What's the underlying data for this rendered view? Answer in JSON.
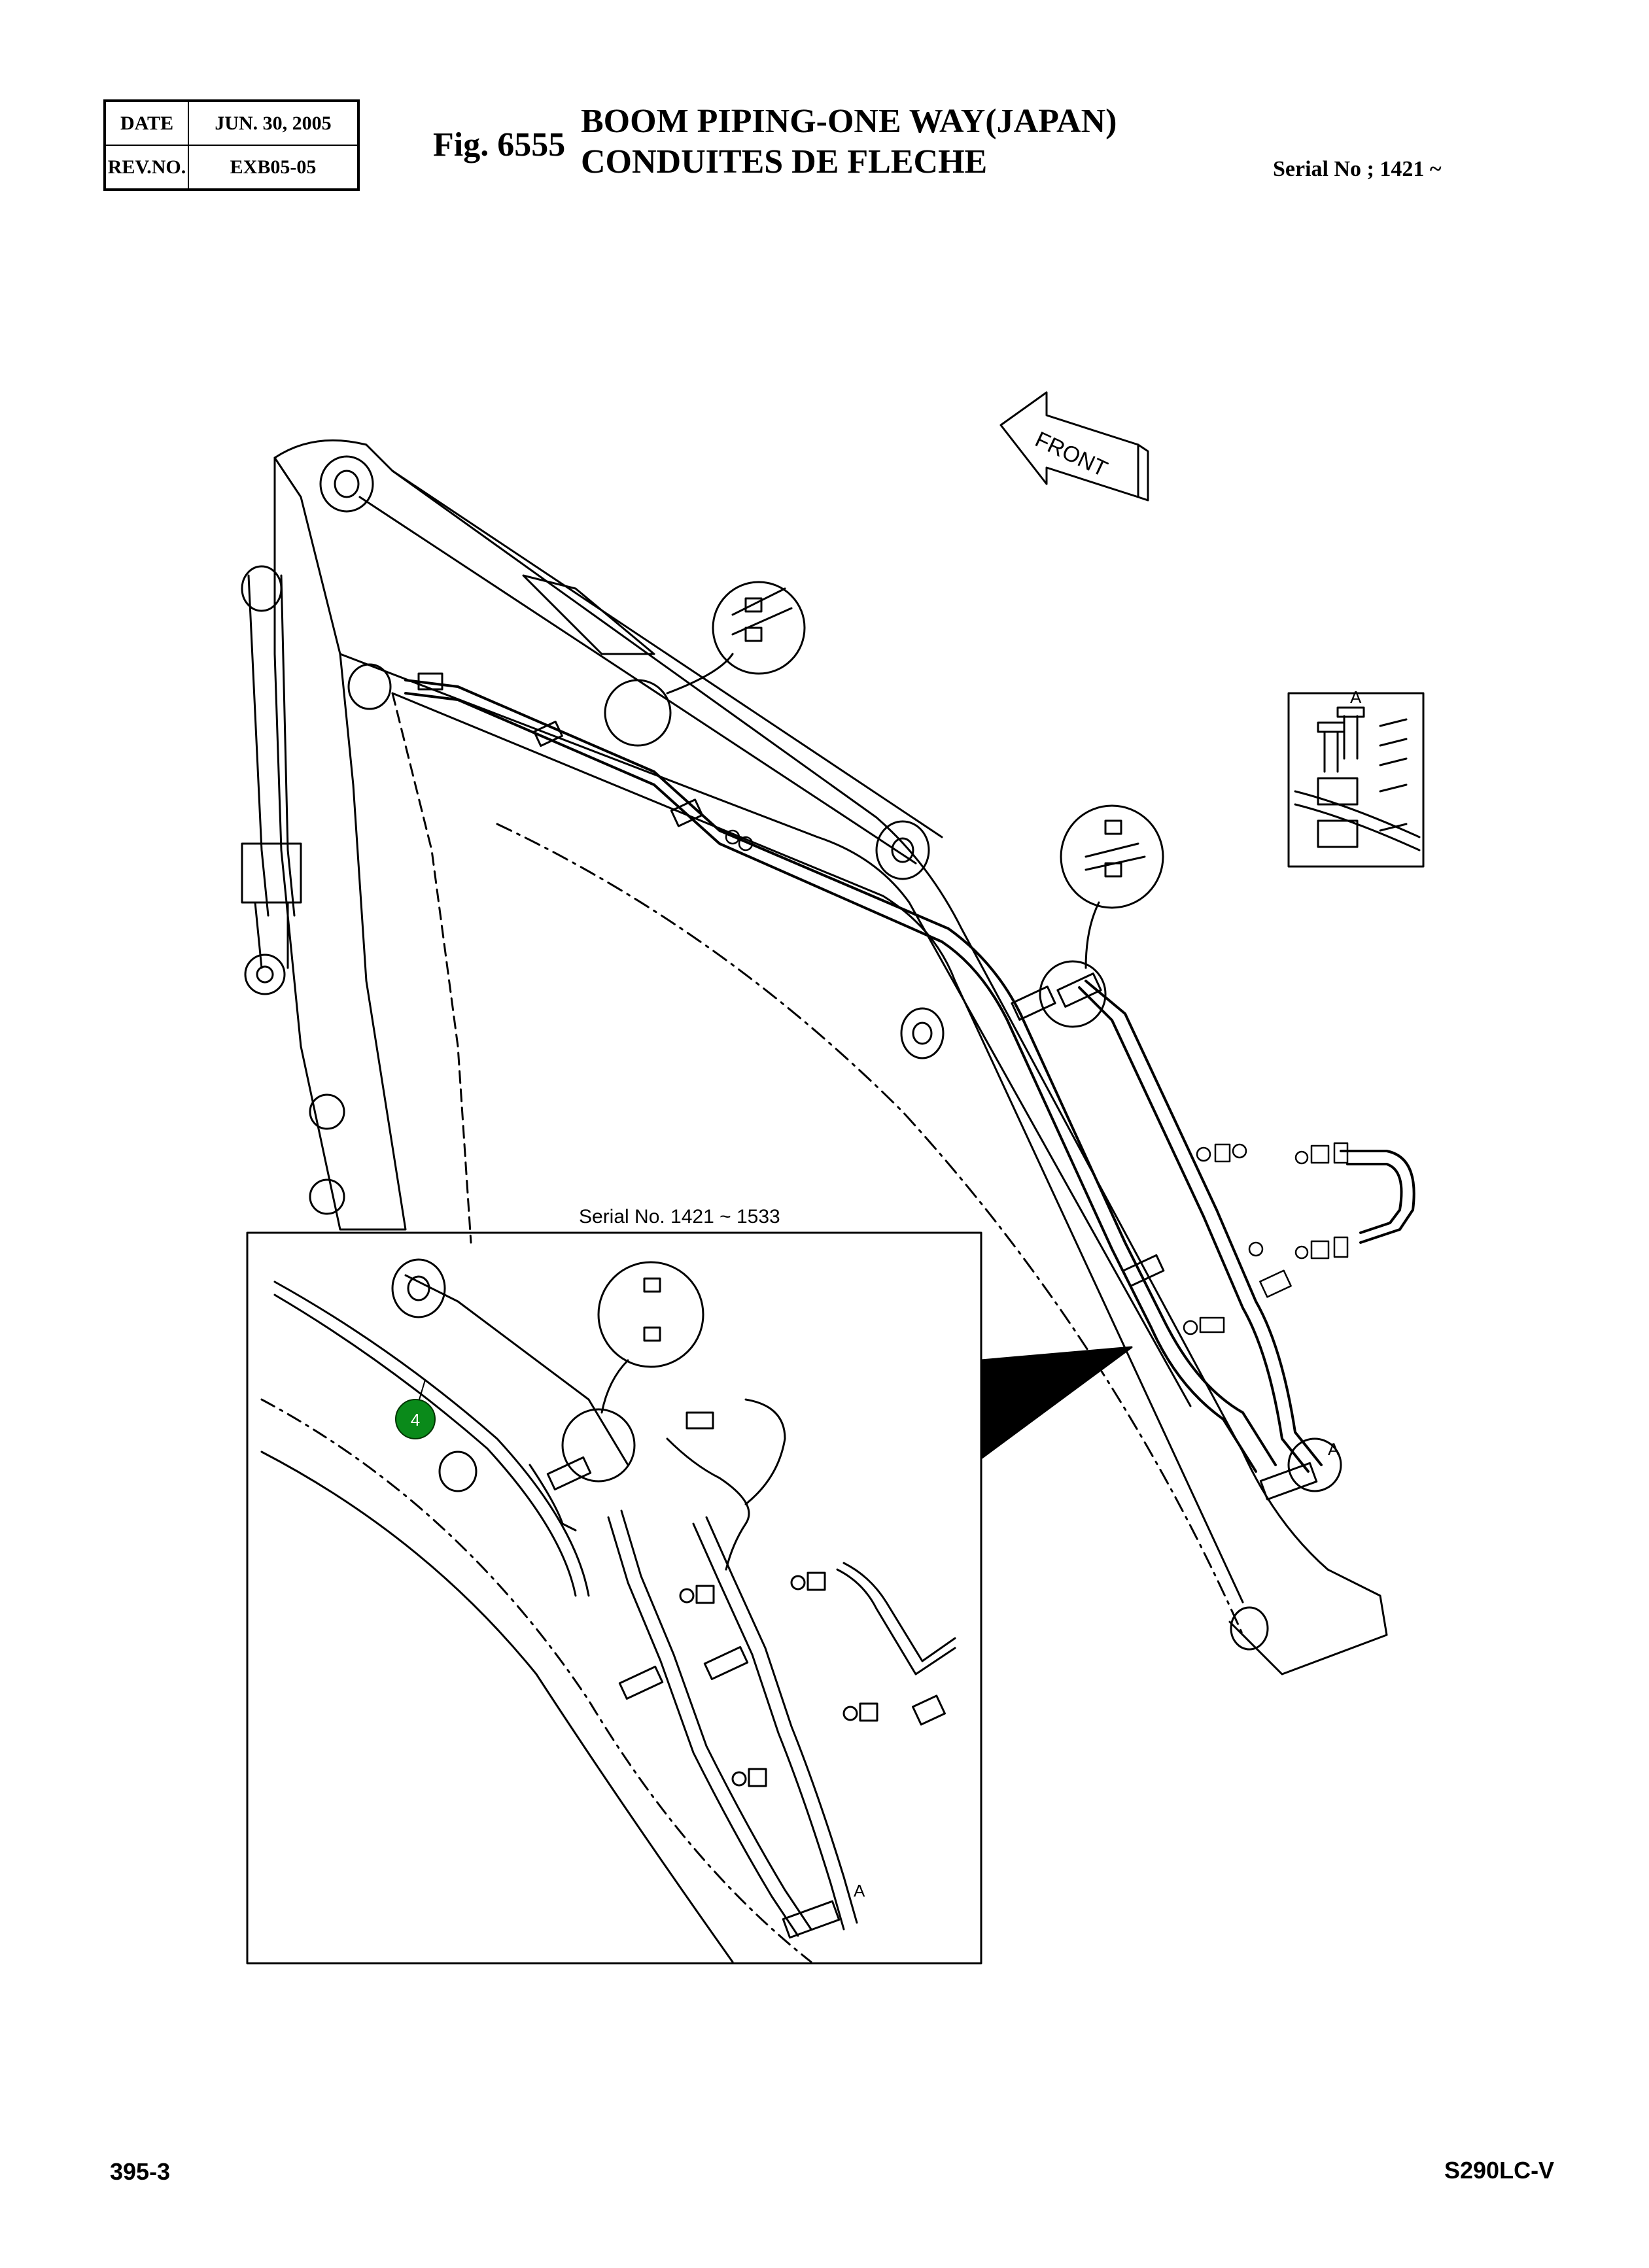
{
  "header": {
    "date_label": "DATE",
    "date_value": "JUN. 30, 2005",
    "rev_label": "REV.NO.",
    "rev_value": "EXB05-05"
  },
  "figure": {
    "number": "Fig. 6555",
    "title_en": "BOOM PIPING-ONE WAY(JAPAN)",
    "title_fr": "CONDUITES DE FLECHE",
    "serial": "Serial No ; 1421 ~"
  },
  "drawing": {
    "front_label": "FRONT",
    "detail_label": "A",
    "inset_serial": "Serial No. 1421 ~ 1533",
    "callout": "4",
    "callout_color": "#0a8a1a"
  },
  "footer": {
    "page": "395-3",
    "model": "S290LC-V"
  }
}
